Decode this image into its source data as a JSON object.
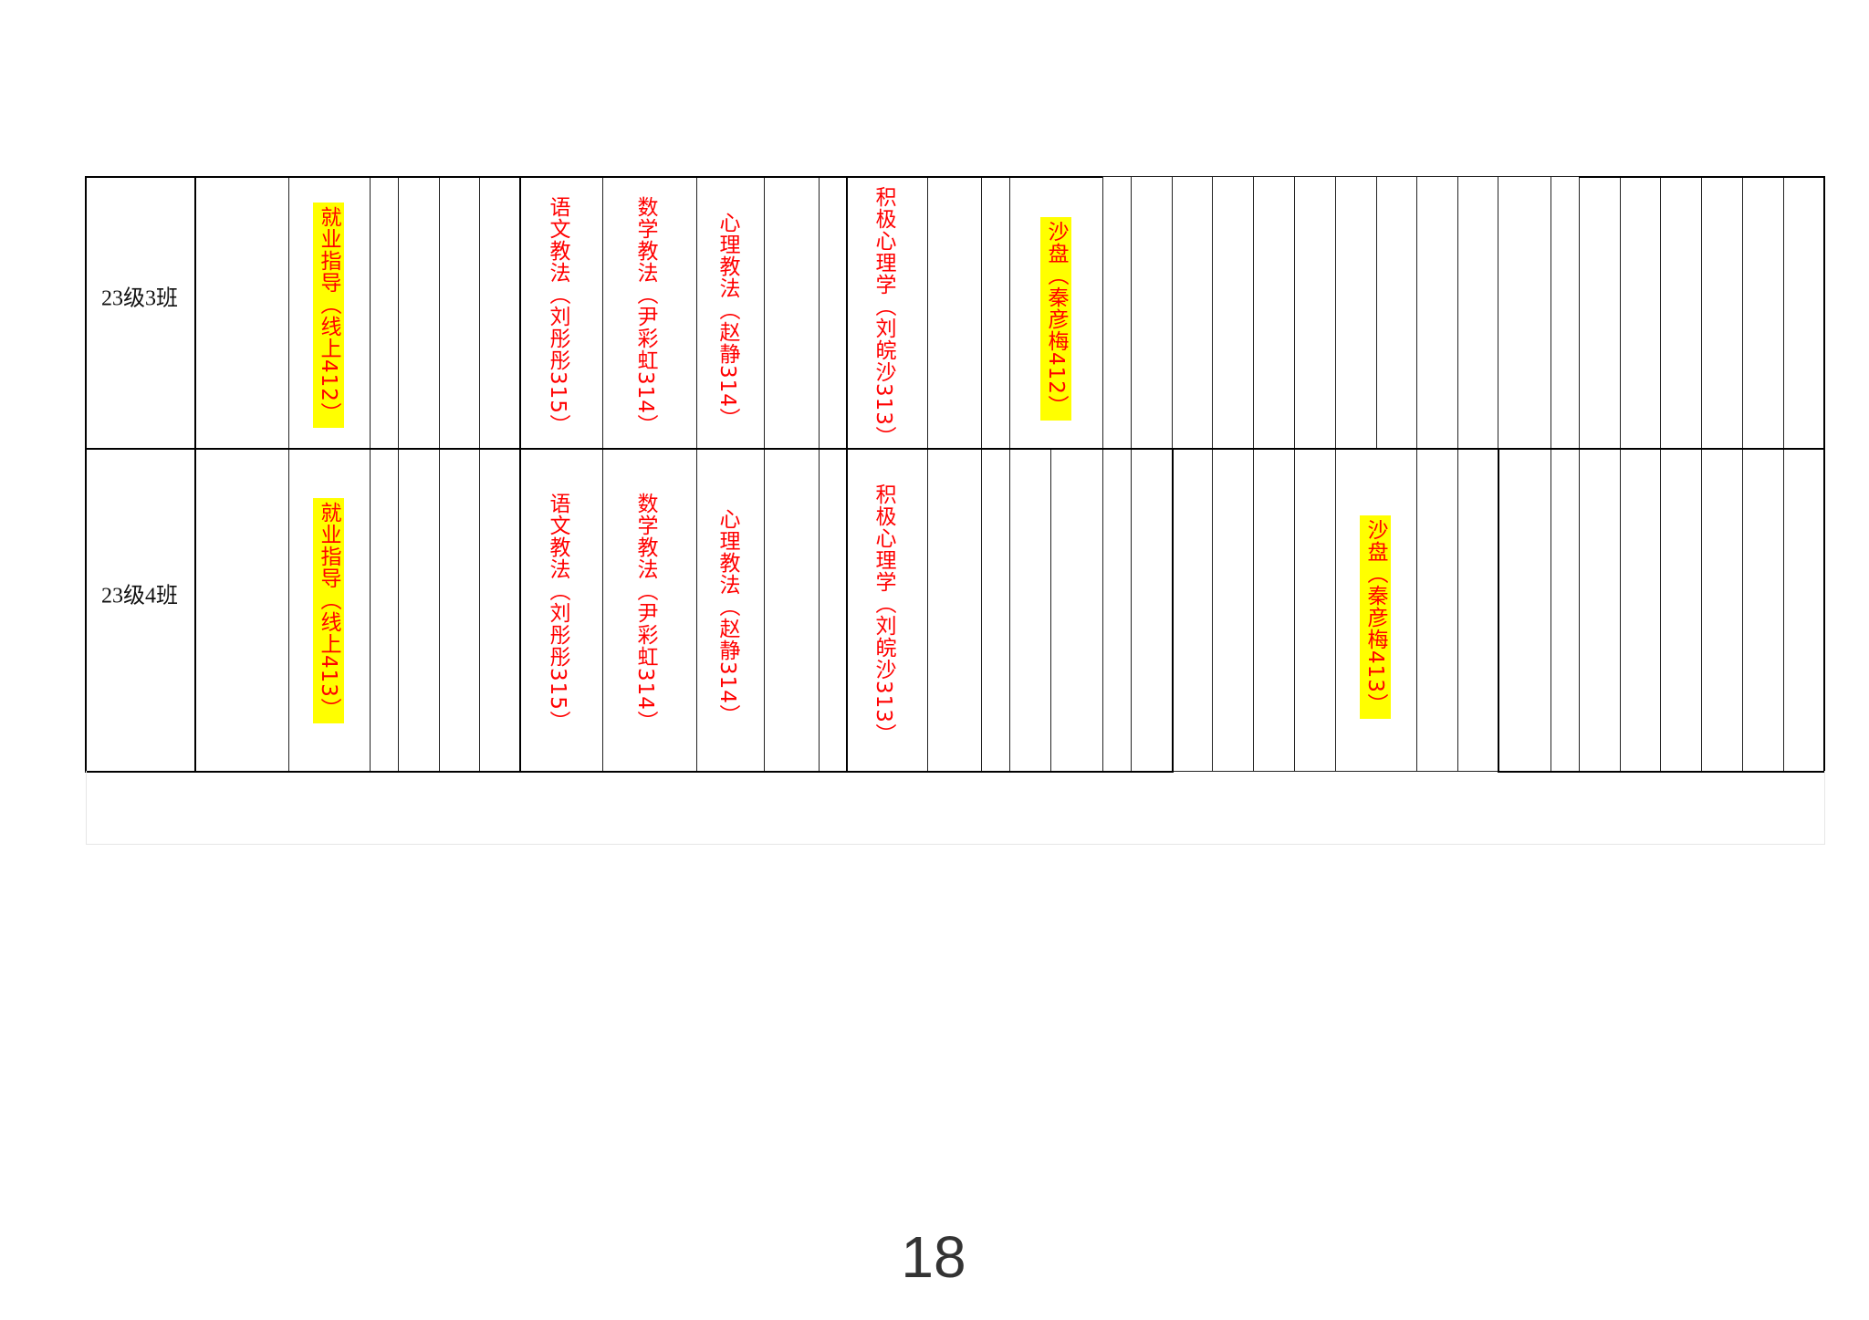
{
  "rows": [
    {
      "class_label": "23级3班",
      "courses": [
        {
          "text": "就业指导（线上412）",
          "highlight": true
        },
        {
          "text": "语文教法（刘彤彤315）",
          "highlight": false
        },
        {
          "text": "数学教法（尹彩虹314）",
          "highlight": false
        },
        {
          "text": "心理教法（赵静314）",
          "highlight": false
        },
        {
          "text": "积极心理学（刘皖沙313）",
          "highlight": false
        },
        {
          "text": "沙盘（秦彦梅412）",
          "highlight": true
        }
      ]
    },
    {
      "class_label": "23级4班",
      "courses": [
        {
          "text": "就业指导（线上413）",
          "highlight": true
        },
        {
          "text": "语文教法（刘彤彤315）",
          "highlight": false
        },
        {
          "text": "数学教法（尹彩虹314）",
          "highlight": false
        },
        {
          "text": "心理教法（赵静314）",
          "highlight": false
        },
        {
          "text": "积极心理学（刘皖沙313）",
          "highlight": false
        },
        {
          "text": "沙盘（秦彦梅413）",
          "highlight": true
        }
      ]
    }
  ],
  "page_number": "18",
  "colors": {
    "course_text": "#ff0000",
    "highlight": "#ffff00"
  }
}
